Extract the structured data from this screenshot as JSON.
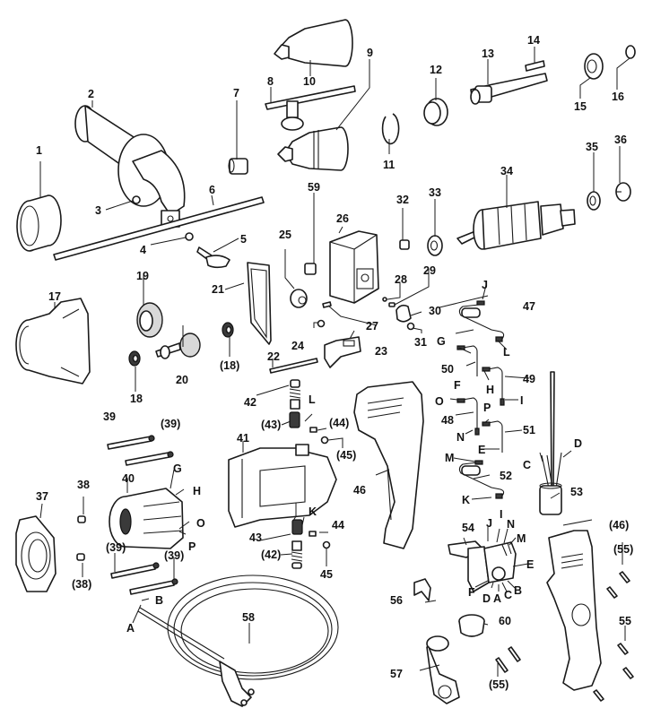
{
  "diagram": {
    "type": "exploded-parts-view",
    "subject": "hammer drill",
    "colors": {
      "line": "#1a1a1a",
      "background": "#ffffff"
    },
    "labels": [
      {
        "id": "l1",
        "text": "1"
      },
      {
        "id": "l2",
        "text": "2"
      },
      {
        "id": "l3",
        "text": "3"
      },
      {
        "id": "l4",
        "text": "4"
      },
      {
        "id": "l5",
        "text": "5"
      },
      {
        "id": "l6",
        "text": "6"
      },
      {
        "id": "l7",
        "text": "7"
      },
      {
        "id": "l8",
        "text": "8"
      },
      {
        "id": "l9",
        "text": "9"
      },
      {
        "id": "l10",
        "text": "10"
      },
      {
        "id": "l11",
        "text": "11"
      },
      {
        "id": "l12",
        "text": "12"
      },
      {
        "id": "l13",
        "text": "13"
      },
      {
        "id": "l14",
        "text": "14"
      },
      {
        "id": "l15",
        "text": "15"
      },
      {
        "id": "l16",
        "text": "16"
      },
      {
        "id": "l17",
        "text": "17"
      },
      {
        "id": "l18",
        "text": "18"
      },
      {
        "id": "l18b",
        "text": "(18)"
      },
      {
        "id": "l19",
        "text": "19"
      },
      {
        "id": "l20",
        "text": "20"
      },
      {
        "id": "l21",
        "text": "21"
      },
      {
        "id": "l22",
        "text": "22"
      },
      {
        "id": "l23",
        "text": "23"
      },
      {
        "id": "l24",
        "text": "24"
      },
      {
        "id": "l25",
        "text": "25"
      },
      {
        "id": "l26",
        "text": "26"
      },
      {
        "id": "l27",
        "text": "27"
      },
      {
        "id": "l28",
        "text": "28"
      },
      {
        "id": "l29",
        "text": "29"
      },
      {
        "id": "l30",
        "text": "30"
      },
      {
        "id": "l31",
        "text": "31"
      },
      {
        "id": "l32",
        "text": "32"
      },
      {
        "id": "l33",
        "text": "33"
      },
      {
        "id": "l34",
        "text": "34"
      },
      {
        "id": "l35",
        "text": "35"
      },
      {
        "id": "l36",
        "text": "36"
      },
      {
        "id": "l37",
        "text": "37"
      },
      {
        "id": "l38",
        "text": "38"
      },
      {
        "id": "l38b",
        "text": "(38)"
      },
      {
        "id": "l39",
        "text": "39"
      },
      {
        "id": "l39b",
        "text": "(39)"
      },
      {
        "id": "l39c",
        "text": "(39)"
      },
      {
        "id": "l39d",
        "text": "(39)"
      },
      {
        "id": "l40",
        "text": "40"
      },
      {
        "id": "l41",
        "text": "41"
      },
      {
        "id": "l42",
        "text": "42"
      },
      {
        "id": "l42b",
        "text": "(42)"
      },
      {
        "id": "l43",
        "text": "43"
      },
      {
        "id": "l43b",
        "text": "(43)"
      },
      {
        "id": "l44",
        "text": "44"
      },
      {
        "id": "l44b",
        "text": "(44)"
      },
      {
        "id": "l45",
        "text": "45"
      },
      {
        "id": "l45b",
        "text": "(45)"
      },
      {
        "id": "l46",
        "text": "46"
      },
      {
        "id": "l46b",
        "text": "(46)"
      },
      {
        "id": "l47",
        "text": "47"
      },
      {
        "id": "l48",
        "text": "48"
      },
      {
        "id": "l49",
        "text": "49"
      },
      {
        "id": "l50",
        "text": "50"
      },
      {
        "id": "l51",
        "text": "51"
      },
      {
        "id": "l52",
        "text": "52"
      },
      {
        "id": "l53",
        "text": "53"
      },
      {
        "id": "l54",
        "text": "54"
      },
      {
        "id": "l55",
        "text": "55"
      },
      {
        "id": "l55b",
        "text": "(55)"
      },
      {
        "id": "l55c",
        "text": "(55)"
      },
      {
        "id": "l56",
        "text": "56"
      },
      {
        "id": "l57",
        "text": "57"
      },
      {
        "id": "l58",
        "text": "58"
      },
      {
        "id": "l59",
        "text": "59"
      },
      {
        "id": "l60",
        "text": "60"
      },
      {
        "id": "wJ47",
        "text": "J"
      },
      {
        "id": "wL47",
        "text": "L"
      },
      {
        "id": "wG50",
        "text": "G"
      },
      {
        "id": "wF50",
        "text": "F"
      },
      {
        "id": "wH49",
        "text": "H"
      },
      {
        "id": "wI49",
        "text": "I"
      },
      {
        "id": "wO48",
        "text": "O"
      },
      {
        "id": "wN48",
        "text": "N"
      },
      {
        "id": "wP51",
        "text": "P"
      },
      {
        "id": "wE51",
        "text": "E"
      },
      {
        "id": "wM52",
        "text": "M"
      },
      {
        "id": "wK52",
        "text": "K"
      },
      {
        "id": "wC53",
        "text": "C"
      },
      {
        "id": "wD53",
        "text": "D"
      },
      {
        "id": "wL43",
        "text": "L"
      },
      {
        "id": "wK43",
        "text": "K"
      },
      {
        "id": "wG40",
        "text": "G"
      },
      {
        "id": "wH40",
        "text": "H"
      },
      {
        "id": "wO40",
        "text": "O"
      },
      {
        "id": "wP40",
        "text": "P"
      },
      {
        "id": "wA58",
        "text": "A"
      },
      {
        "id": "wB58",
        "text": "B"
      },
      {
        "id": "sJ",
        "text": "J"
      },
      {
        "id": "sI",
        "text": "I"
      },
      {
        "id": "sN",
        "text": "N"
      },
      {
        "id": "sM",
        "text": "M"
      },
      {
        "id": "sE",
        "text": "E"
      },
      {
        "id": "sF",
        "text": "F"
      },
      {
        "id": "sD",
        "text": "D"
      },
      {
        "id": "sA",
        "text": "A"
      },
      {
        "id": "sC",
        "text": "C"
      },
      {
        "id": "sB",
        "text": "B"
      }
    ]
  }
}
